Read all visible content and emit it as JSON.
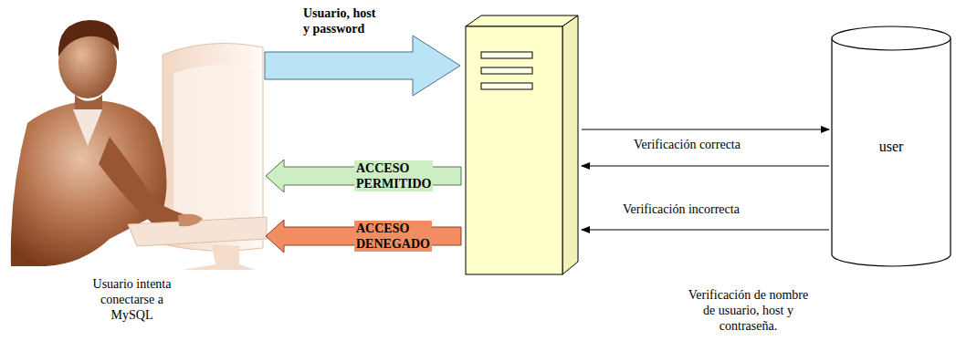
{
  "diagram": {
    "nodes": [
      {
        "text": [
          "Usuario intenta conectarse a MySQL"
        ]
      },
      {
        "text": [
          "Verificación de nombre de usuario, host y contraseña."
        ]
      },
      {
        "text": [
          "user"
        ]
      }
    ],
    "edges": [
      {
        "from": 0,
        "to": 1,
        "arrow": "to",
        "label": "Usuario, host y password"
      },
      {
        "from": 1,
        "to": 0,
        "arrow": "to",
        "label": "ACCESO PERMITIDO"
      },
      {
        "from": 1,
        "to": 0,
        "arrow": "to",
        "label": "ACCESO DENEGADO"
      },
      {
        "from": 1,
        "to": 2,
        "arrow": "to"
      },
      {
        "from": 2,
        "to": 1,
        "arrow": "to",
        "label": "Verificación correcta"
      },
      {
        "from": 2,
        "to": 1,
        "arrow": "to",
        "label": "Verificación incorrecta"
      }
    ]
  }
}
